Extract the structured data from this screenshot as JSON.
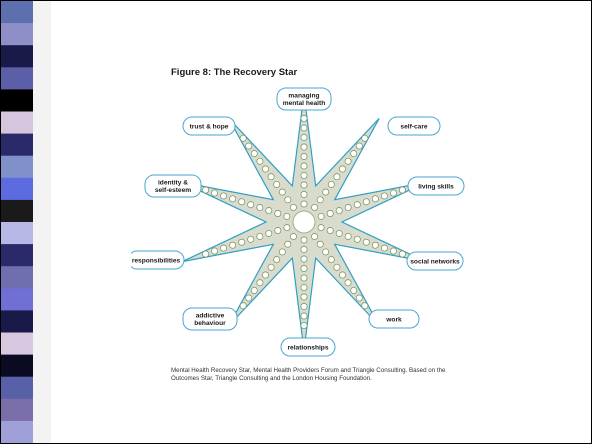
{
  "figure_title": "Figure 8: The Recovery Star",
  "domains": [
    {
      "key": "managing",
      "lines": [
        "managing",
        "mental health"
      ]
    },
    {
      "key": "self-care",
      "lines": [
        "self-care"
      ]
    },
    {
      "key": "living-skills",
      "lines": [
        "living skills"
      ]
    },
    {
      "key": "social-networks",
      "lines": [
        "social networks"
      ]
    },
    {
      "key": "work",
      "lines": [
        "work"
      ]
    },
    {
      "key": "relationships",
      "lines": [
        "relationships"
      ]
    },
    {
      "key": "addictive-behaviour",
      "lines": [
        "addictive",
        "behaviour"
      ]
    },
    {
      "key": "responsibilities",
      "lines": [
        "responsibilities"
      ]
    },
    {
      "key": "identity-self-esteem",
      "lines": [
        "identity &",
        "self-esteem"
      ]
    },
    {
      "key": "trust-hope",
      "lines": [
        "trust & hope"
      ]
    }
  ],
  "scale_steps": [
    "1",
    "2",
    "3",
    "4",
    "5",
    "6",
    "7",
    "8",
    "9",
    "10"
  ],
  "caption": {
    "line1": "Mental Health Recovery Star, Mental Health Providers Forum and Triangle Consulting. Based on the",
    "line2": "Outcomes Star, Triangle Consulting and the London Housing Foundation."
  },
  "colors": {
    "star_fill": "#d9dccd",
    "star_stroke": "#2f9fc8",
    "label_stroke": "#49a6cf",
    "dot_fill": "#ffffff",
    "dot_stroke": "#6f8f57",
    "stripes": [
      "#5e6fb0",
      "#8f8fc8",
      "#1a1a4a",
      "#5a5fa8",
      "#000000",
      "#d5c6de",
      "#2a2a6a",
      "#8090c8",
      "#5c6ce0",
      "#1a1a1a",
      "#b8b8e6",
      "#2a2a6a",
      "#6f6fb0",
      "#6f6fd4",
      "#1a1a4a",
      "#d8c8e0",
      "#0a0a22",
      "#5860a8",
      "#7a6fa8",
      "#a0a0d8"
    ]
  }
}
